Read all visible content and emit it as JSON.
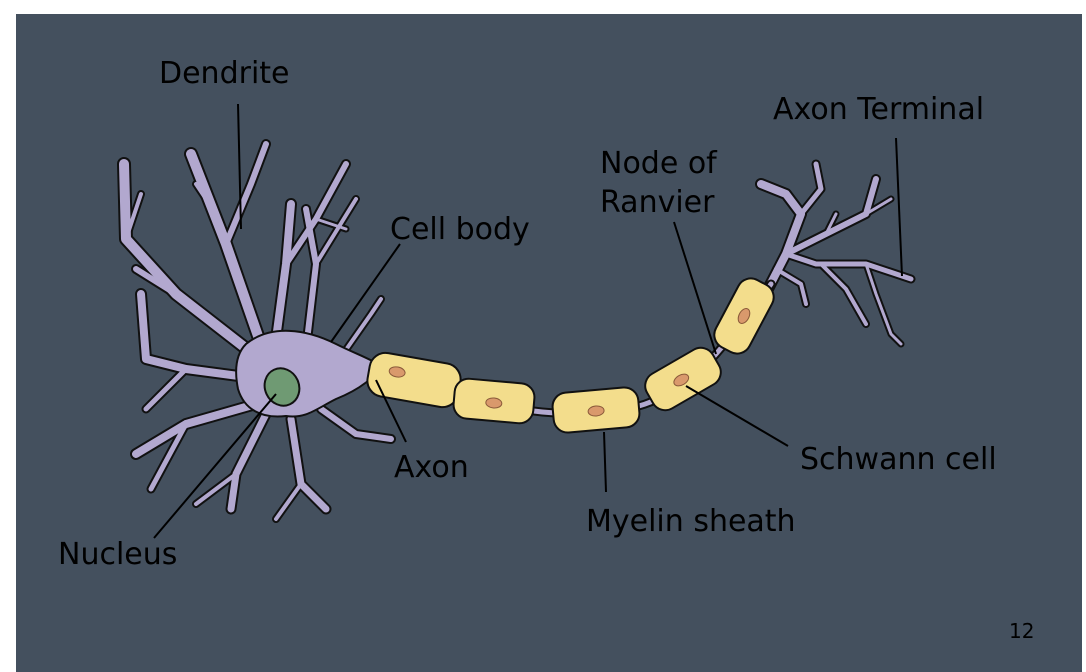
{
  "labels": {
    "dendrite": "Dendrite",
    "axon_terminal": "Axon Terminal",
    "node_of_ranvier_line1": "Node of",
    "node_of_ranvier_line2": "Ranvier",
    "cell_body": "Cell body",
    "axon": "Axon",
    "schwann_cell": "Schwann cell",
    "myelin_sheath": "Myelin sheath",
    "nucleus": "Nucleus"
  },
  "page_number": "12",
  "colors": {
    "slide_background": "#44505e",
    "cell_membrane": "#b2a8cf",
    "nucleus": "#6f9a73",
    "schwann_cell": "#f3dd8c",
    "schwann_nucleus": "#d9996c",
    "outline": "#111111"
  }
}
